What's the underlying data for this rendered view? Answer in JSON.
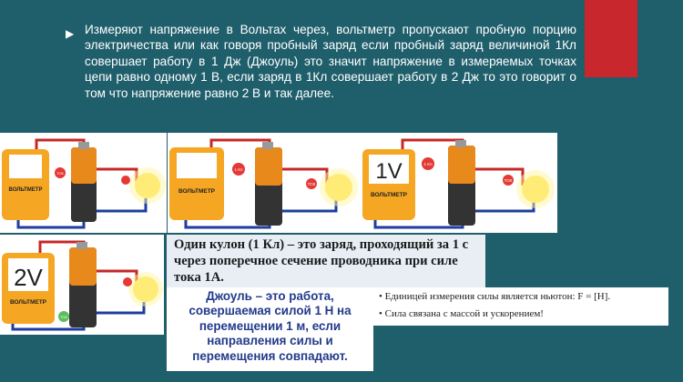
{
  "slide": {
    "bullet": "▶",
    "paragraph": "Измеряют напряжение в Вольтах через, вольтметр пропускают пробную порцию электричества или как говоря пробный заряд если пробный заряд величиной 1Кл совершает работу в 1 Дж (Джоуль) это значит напряжение в измеряемых точках цепи равно одному 1 В, если заряд в 1Кл совершает работу в 2 Дж то это говорит о том что напряжение равно 2 В и так далее."
  },
  "circuits": [
    {
      "display": "",
      "meter_label": "ВОЛЬТМЕТР",
      "tag": "ТОК"
    },
    {
      "display": "",
      "meter_label": "ВОЛЬТМЕТР",
      "tag_charge": "1 Кл",
      "tag": "ТОК"
    },
    {
      "display": "1V",
      "meter_label": "ВОЛЬТМЕТР",
      "tag_charge": "1 Кл",
      "tag": "ТОК"
    },
    {
      "display": "2V",
      "meter_label": "ВОЛЬТМЕТР",
      "tag": "ТОК"
    }
  ],
  "definitions": {
    "coulomb": "Один кулон (1 Кл) – это заряд, проходящий за 1 с через поперечное сечение проводника при силе тока 1А.",
    "joule": "Джоуль – это работа, совершаемая силой 1 Н на перемещении 1 м, если направления силы и перемещения совпадают."
  },
  "notes": [
    "Единицей измерения силы является ньютон: F = [Н].",
    "Сила связана с массой и ускорением!"
  ]
}
